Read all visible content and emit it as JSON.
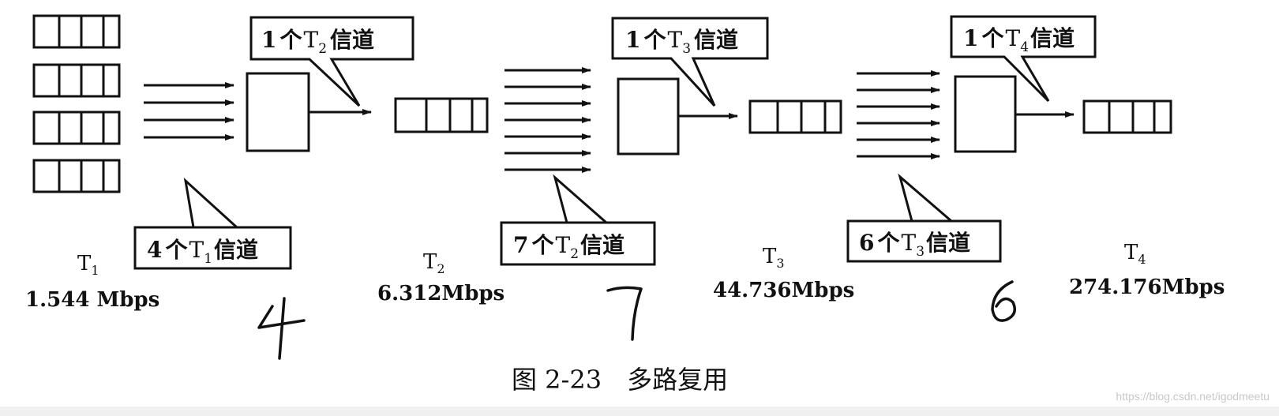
{
  "stages": [
    {
      "id": "t1",
      "level": "T",
      "sub": "1",
      "rate": "1.544 Mbps"
    },
    {
      "id": "t2",
      "level": "T",
      "sub": "2",
      "rate": "6.312Mbps"
    },
    {
      "id": "t3",
      "level": "T",
      "sub": "3",
      "rate": "44.736Mbps"
    },
    {
      "id": "t4",
      "level": "T",
      "sub": "4",
      "rate": "274.176Mbps"
    }
  ],
  "multiplexers": [
    {
      "id": "mux1",
      "input_callout": {
        "count": "4",
        "unit": "个",
        "level": "T",
        "sub": "1",
        "suffix": "信道"
      },
      "output_callout": {
        "count": "1",
        "unit": "个",
        "level": "T",
        "sub": "2",
        "suffix": "信道"
      },
      "inputs": 4,
      "handwritten": "4"
    },
    {
      "id": "mux2",
      "input_callout": {
        "count": "7",
        "unit": "个",
        "level": "T",
        "sub": "2",
        "suffix": "信道"
      },
      "output_callout": {
        "count": "1",
        "unit": "个",
        "level": "T",
        "sub": "3",
        "suffix": "信道"
      },
      "inputs": 7,
      "handwritten": "7"
    },
    {
      "id": "mux3",
      "input_callout": {
        "count": "6",
        "unit": "个",
        "level": "T",
        "sub": "3",
        "suffix": "信道"
      },
      "output_callout": {
        "count": "1",
        "unit": "个",
        "level": "T",
        "sub": "4",
        "suffix": "信道"
      },
      "inputs": 6,
      "handwritten": "6"
    }
  ],
  "caption": {
    "label": "图 2-23",
    "title": "多路复用"
  },
  "watermark": "https://blog.csdn.net/igodmeetu"
}
